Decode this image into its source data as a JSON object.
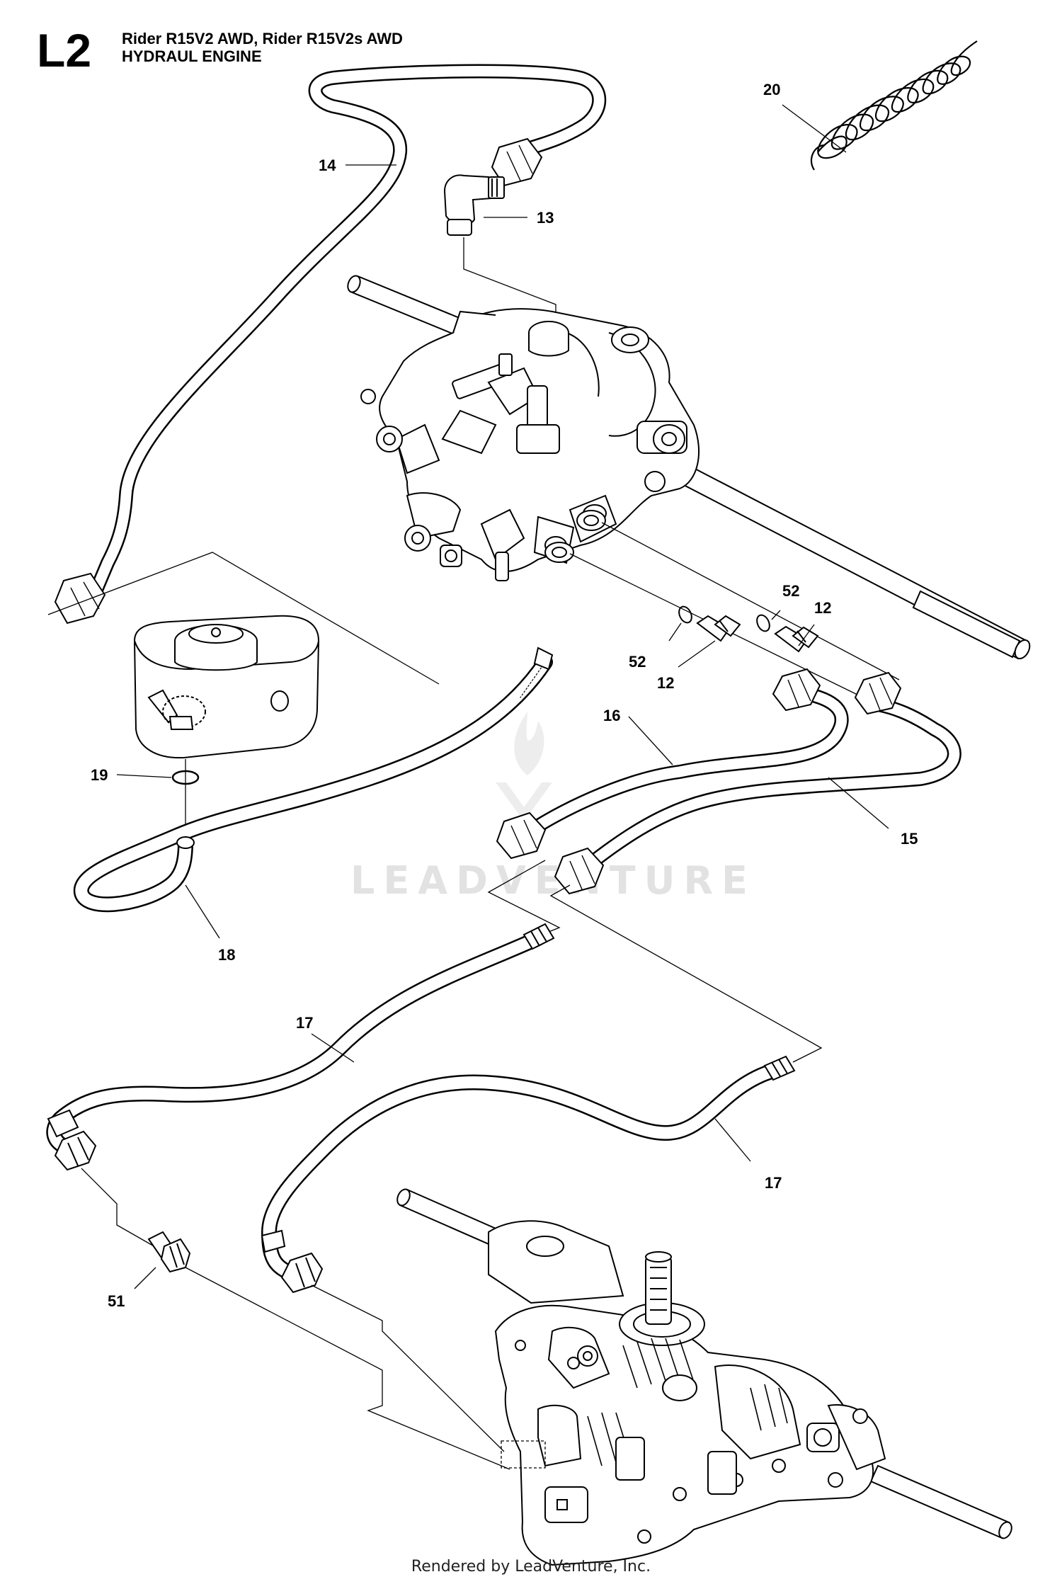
{
  "header": {
    "code": "L2",
    "models": "Rider R15V2 AWD, Rider R15V2s AWD",
    "section": "HYDRAUL ENGINE"
  },
  "watermark": "LEADVENTURE",
  "footer": "Rendered by LeadVenture, Inc.",
  "callouts": {
    "c20": "20",
    "c14": "14",
    "c13": "13",
    "c52a": "52",
    "c12a": "12",
    "c52b": "52",
    "c12b": "12",
    "c16": "16",
    "c19": "19",
    "c15": "15",
    "c18": "18",
    "c17a": "17",
    "c17b": "17",
    "c51": "51"
  }
}
